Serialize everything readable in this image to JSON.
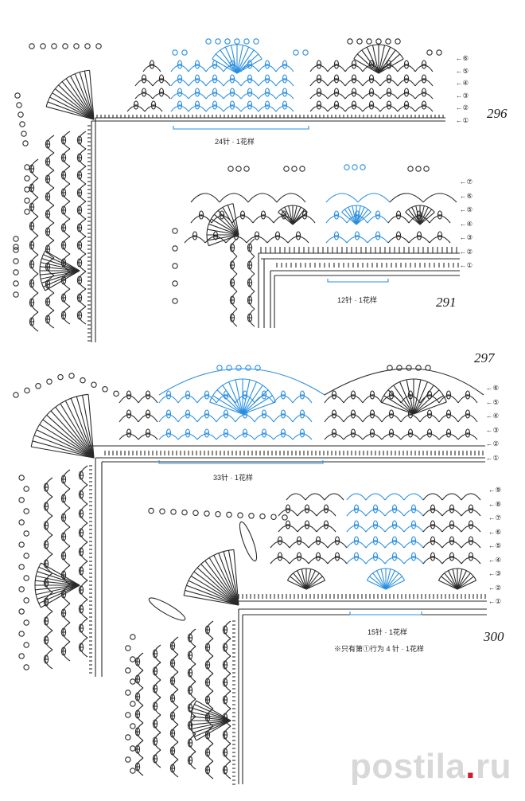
{
  "patterns": [
    {
      "id": "296",
      "number": "296",
      "repeat_label": "24针 · 1花样",
      "rows": [
        "⑥",
        "⑤",
        "④",
        "③",
        "②",
        "①"
      ]
    },
    {
      "id": "291",
      "number": "291",
      "repeat_label": "12针 · 1花样",
      "rows": [
        "⑦",
        "⑥",
        "⑤",
        "④",
        "③",
        "②",
        "①"
      ]
    },
    {
      "id": "297",
      "number": "297",
      "repeat_label": "33针 · 1花样",
      "rows": [
        "⑥",
        "⑤",
        "④",
        "③",
        "②",
        "①"
      ]
    },
    {
      "id": "300",
      "number": "300",
      "repeat_label": "15针 · 1花样",
      "note": "※只有第①行为 4 针 · 1花样",
      "rows": [
        "⑨",
        "⑧",
        "⑦",
        "⑥",
        "⑤",
        "④",
        "③",
        "②",
        "①"
      ]
    }
  ],
  "colors": {
    "ink": "#2a2a2a",
    "highlight": "#2a8fe0",
    "watermark_red": "#cc1f2a",
    "watermark_gray": "#d8d8d8"
  },
  "watermark": {
    "text_main": "postila",
    "text_dot": ".",
    "text_tail": "ru"
  }
}
